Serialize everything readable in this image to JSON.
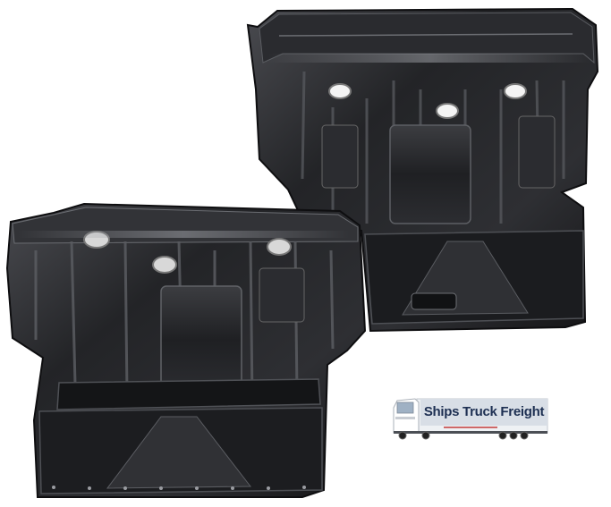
{
  "scene": {
    "description_items": [
      "rear-floor-pan-top-right",
      "rear-floor-pan-bottom-left"
    ],
    "colors": {
      "background": "#ffffff",
      "metal_dark": "#1a1a1c",
      "metal_mid": "#3a3b3f",
      "metal_highlight": "#8e9096",
      "badge_bg": "#d8dee6",
      "badge_text": "#1d2f52"
    }
  },
  "badge": {
    "label": "Ships Truck Freight",
    "icon": "semi-truck-icon"
  }
}
